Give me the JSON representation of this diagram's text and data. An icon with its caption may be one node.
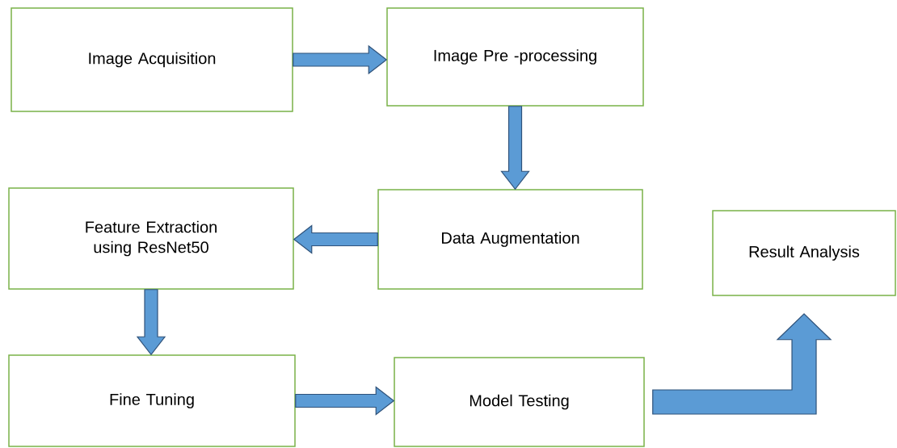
{
  "diagram": {
    "nodes": [
      {
        "text": [
          "Image Acquisition"
        ]
      },
      {
        "text": [
          "Image Pre -processing"
        ]
      },
      {
        "text": [
          "Data Augmentation"
        ]
      },
      {
        "text": [
          "Feature Extraction using ResNet50"
        ]
      },
      {
        "text": [
          "Result Analysis"
        ]
      },
      {
        "text": [
          "Fine Tuning"
        ]
      },
      {
        "text": [
          "Model Testing"
        ]
      }
    ],
    "edges": [
      {
        "from": 0,
        "to": 1,
        "arrow": "to"
      },
      {
        "from": 1,
        "to": 2,
        "arrow": "to"
      },
      {
        "from": 2,
        "to": 3,
        "arrow": "to"
      },
      {
        "from": 3,
        "to": 5,
        "arrow": "to"
      },
      {
        "from": 5,
        "to": 6,
        "arrow": "to"
      },
      {
        "from": 6,
        "to": 4,
        "arrow": "to"
      }
    ]
  }
}
